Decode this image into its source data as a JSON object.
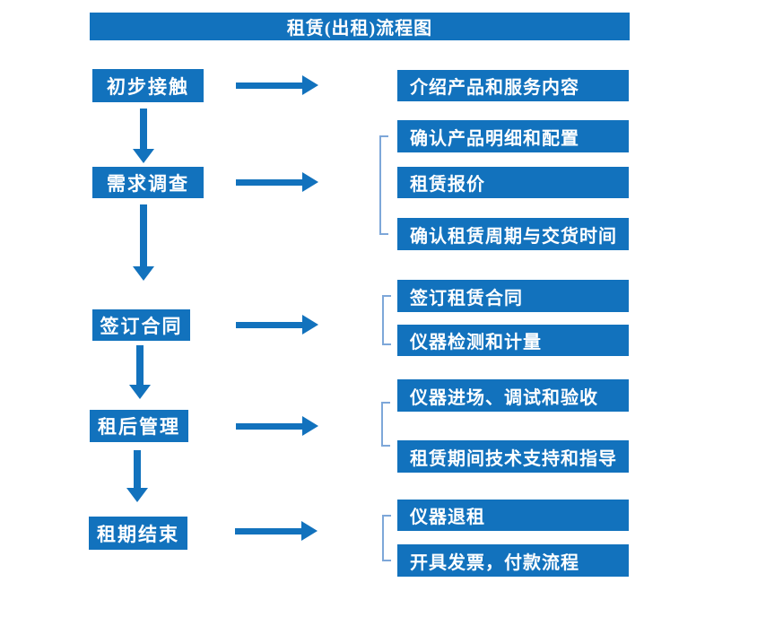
{
  "title": "租赁(出租)流程图",
  "colors": {
    "primary_blue": "#1272BD",
    "bracket_blue": "#7DA7D9",
    "text_on_blue": "#FFFFFF",
    "background": "#FFFFFF"
  },
  "stages": [
    {
      "label": "初步接触",
      "details": [
        "介绍产品和服务内容"
      ]
    },
    {
      "label": "需求调查",
      "details": [
        "确认产品明细和配置",
        "租赁报价",
        "确认租赁周期与交货时间"
      ]
    },
    {
      "label": "签订合同",
      "details": [
        "签订租赁合同",
        "仪器检测和计量"
      ]
    },
    {
      "label": "租后管理",
      "details": [
        "仪器进场、调试和验收",
        "租赁期间技术支持和指导"
      ]
    },
    {
      "label": "租期结束",
      "details": [
        "仪器退租",
        "开具发票，付款流程"
      ]
    }
  ]
}
